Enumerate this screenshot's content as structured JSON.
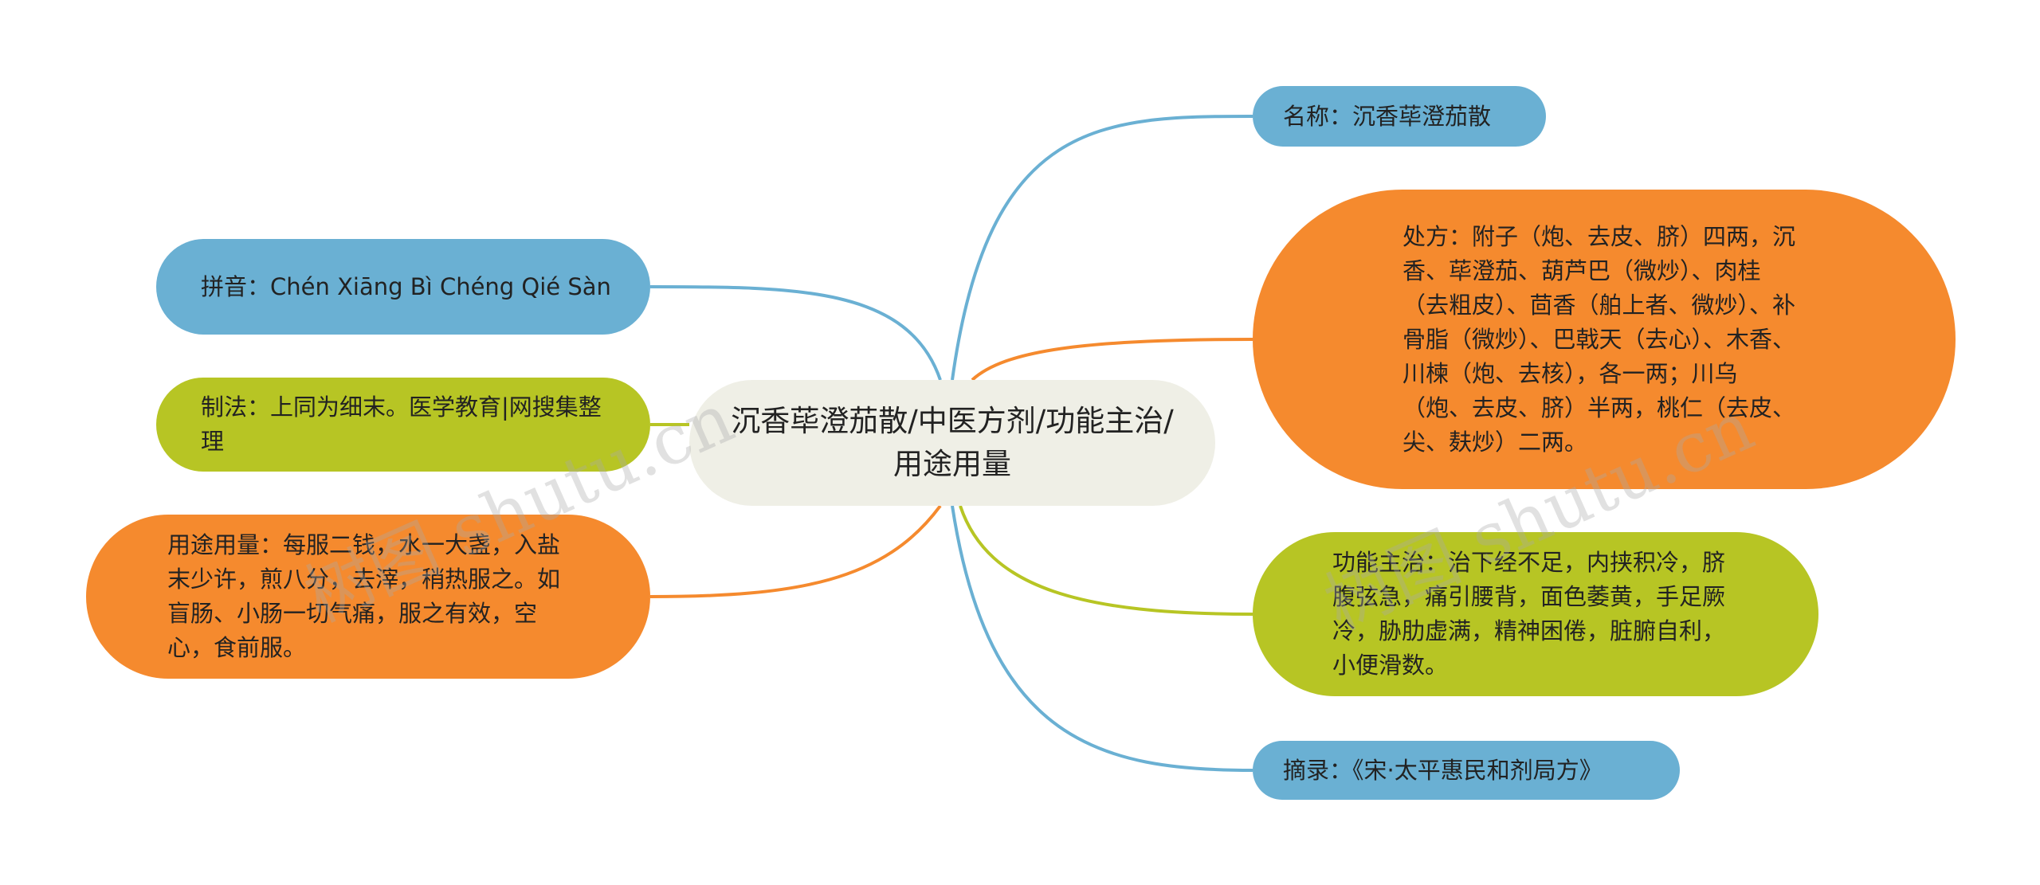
{
  "center": {
    "text": "沉香荜澄茄散/中医方剂/功能主治/用途用量"
  },
  "nodes": {
    "name": "名称：沉香荜澄茄散",
    "recipe": "处方：附子（炮、去皮、脐）四两，沉香、荜澄茄、葫芦巴（微炒）、肉桂（去粗皮）、茴香（舶上者、微炒）、补骨脂（微炒）、巴戟天（去心）、木香、川楝（炮、去核），各一两；川乌（炮、去皮、脐）半两，桃仁（去皮、尖、麸炒）二两。",
    "function": "功能主治：治下经不足，内挟积冷，脐腹弦急，痛引腰背，面色萎黄，手足厥冷，胁肋虚满，精神困倦，脏腑自利，小便滑数。",
    "source": "摘录：《宋·太平惠民和剂局方》",
    "pinyin": "拼音：Chén Xiāng Bì Chéng Qié Sàn",
    "method": "制法：上同为细末。医学教育|网搜集整理",
    "usage": "用途用量：每服二钱，水一大盏，入盐末少许，煎八分，去滓，稍热服之。如盲肠、小肠一切气痛，服之有效，空心，食前服。"
  },
  "watermarks": [
    "树图 shutu.cn",
    "树图 shutu.cn"
  ],
  "colors": {
    "blue": "#6ab0d3",
    "orange": "#f58a2e",
    "green": "#b7c524",
    "center": "#efefe6"
  }
}
